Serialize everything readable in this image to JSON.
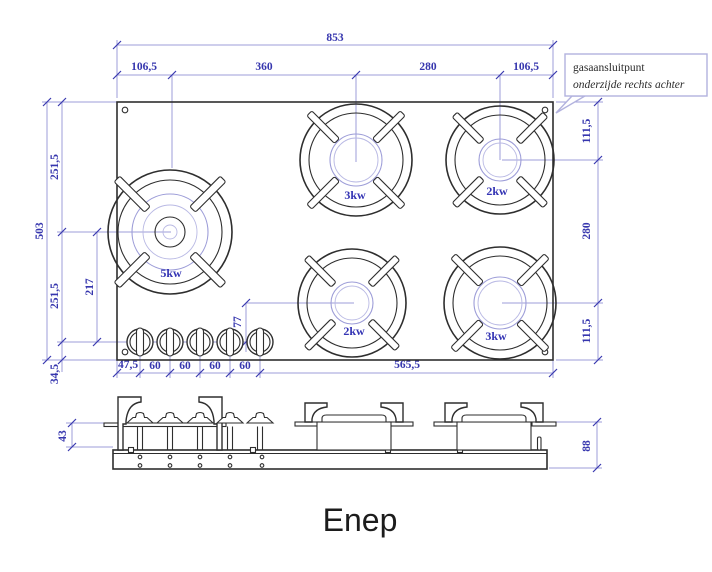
{
  "title": "Enep",
  "callout": {
    "line1": "gasaansluitpunt",
    "line2": "onderzijde rechts achter"
  },
  "colors": {
    "dimension_text": "#3636ae",
    "dimension_line": "#9d9dd8",
    "drawing_line": "#2e2e2e"
  },
  "burners": {
    "large_left": {
      "label": "5kw"
    },
    "top_middle": {
      "label": "3kw"
    },
    "top_right": {
      "label": "2kw"
    },
    "bottom_middle": {
      "label": "2kw"
    },
    "bottom_right": {
      "label": "3kw"
    }
  },
  "dims": {
    "total_width": "853",
    "left_offset": "106,5",
    "left_to_mid": "360",
    "mid_to_right": "280",
    "right_offset": "106,5",
    "total_depth": "503",
    "top_half": "251,5",
    "bottom_half": "251,5",
    "center_to_knobs": "217",
    "knobs_to_front": "34,5",
    "right_top": "111,5",
    "right_middle": "280",
    "right_bottom": "111,5",
    "knob_offset": "47,5",
    "knob_pitch": "60",
    "knobs_to_right_edge": "565,5",
    "knob_to_burner_row": "77",
    "knob_height": "43",
    "body_height": "88"
  }
}
